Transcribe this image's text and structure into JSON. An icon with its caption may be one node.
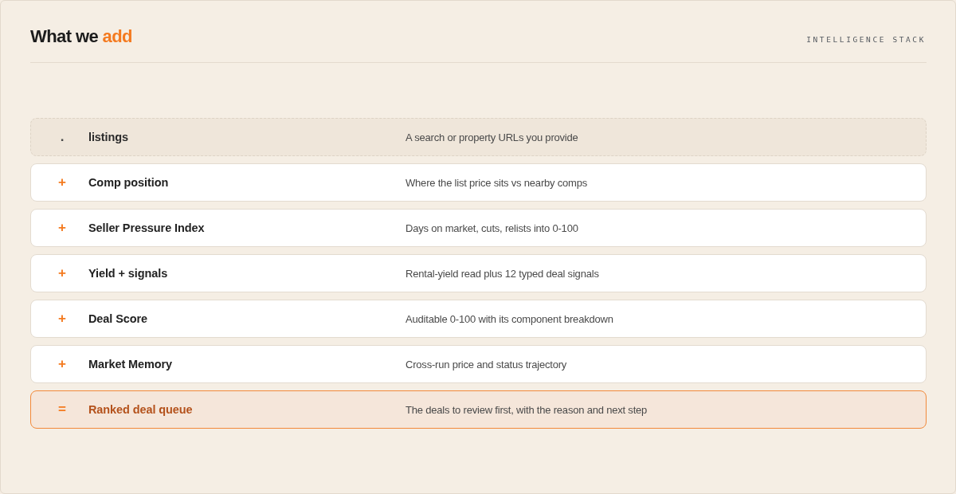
{
  "diagram": {
    "title": "What we add",
    "nodes": [
      {
        "text": [
          ".",
          "listings",
          "A search or property URLs you provide"
        ]
      },
      {
        "text": [
          "+",
          "Comp position",
          "Where the list price sits vs nearby comps"
        ]
      },
      {
        "text": [
          "+",
          "Seller Pressure Index",
          "Days on market, cuts, relists into 0-100"
        ]
      },
      {
        "text": [
          "+",
          "Yield + signals",
          "Rental-yield read plus 12 typed deal signals"
        ]
      },
      {
        "text": [
          "+",
          "Deal Score",
          "Auditable 0-100 with its component breakdown"
        ]
      },
      {
        "text": [
          "+",
          "Market Memory",
          "Cross-run price and status trajectory"
        ]
      },
      {
        "text": [
          "=",
          "Ranked deal queue",
          "The deals to review first, with the reason and next step"
        ]
      }
    ],
    "labels": [
      "INTELLIGENCE STACK"
    ]
  }
}
